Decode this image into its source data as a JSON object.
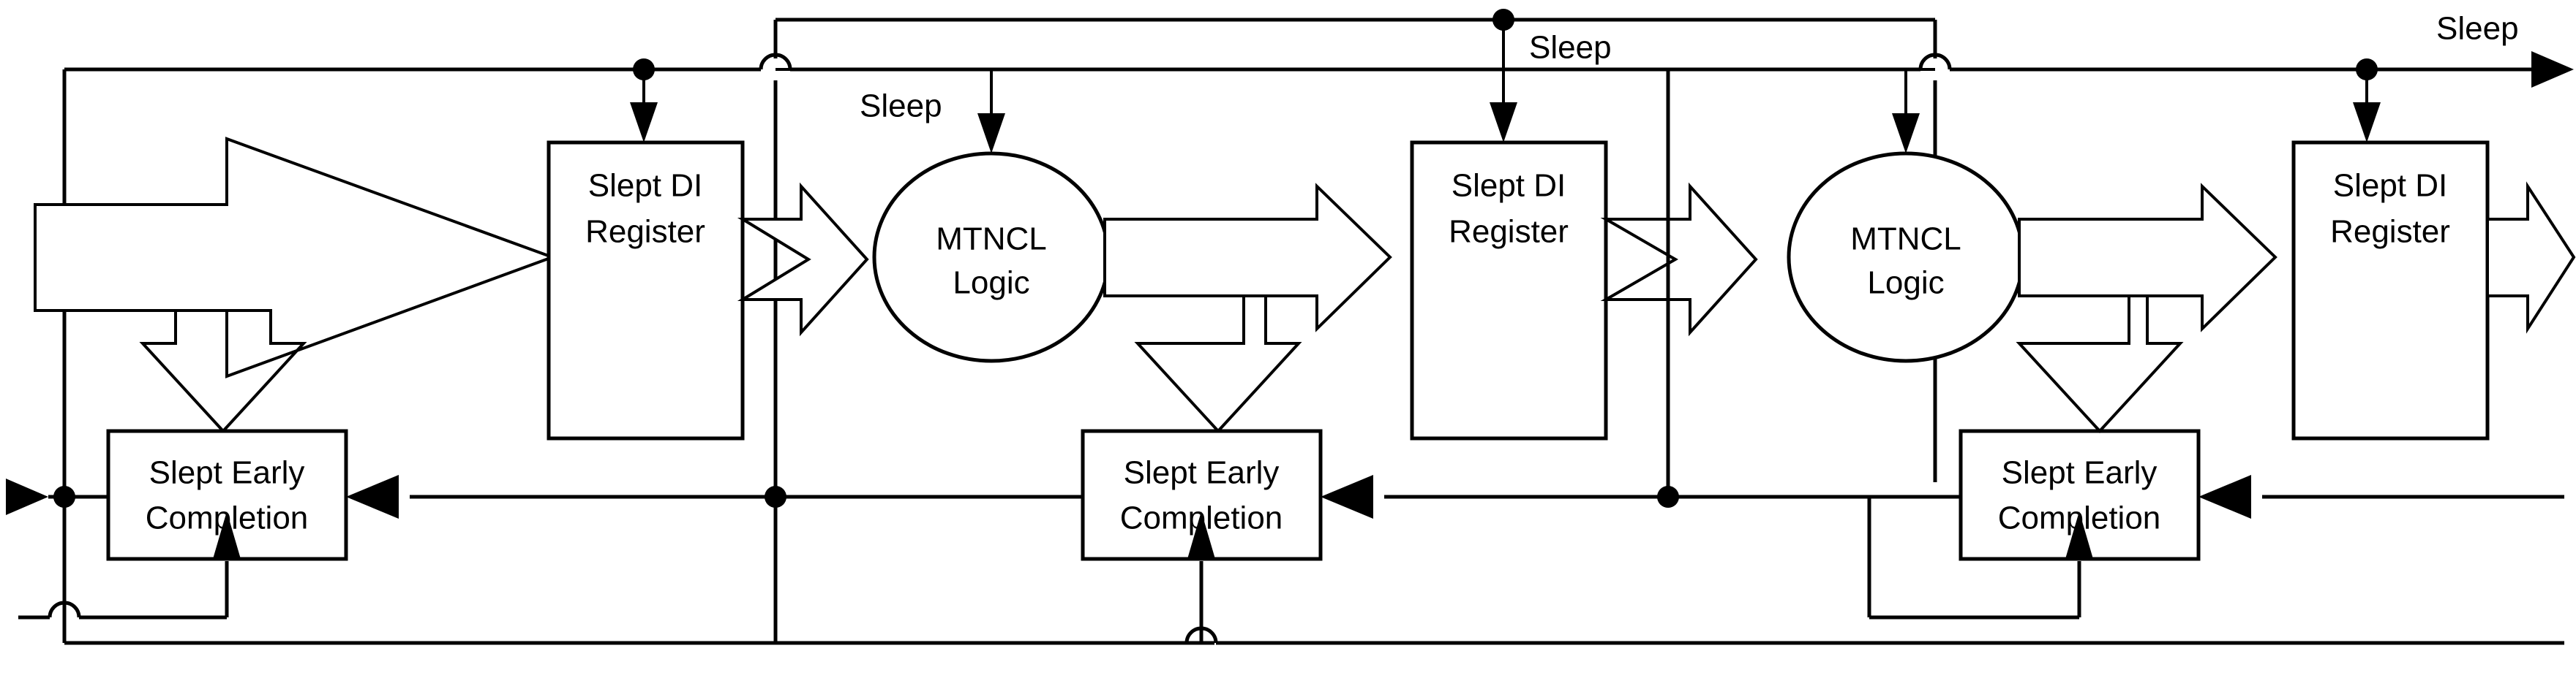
{
  "diagram": {
    "title": "MTNCL Sleep-based Asynchronous Pipeline",
    "stroke_color": "#000000",
    "fill_color": "#ffffff",
    "background": "#ffffff",
    "stages": [
      {
        "register": {
          "line1": "Slept DI",
          "line2": "Register"
        },
        "logic": null,
        "completion": {
          "line1": "Slept Early",
          "line2": "Completion"
        }
      },
      {
        "register": null,
        "logic": {
          "line1": "MTNCL",
          "line2": "Logic"
        },
        "completion": {
          "line1": "Slept Early",
          "line2": "Completion"
        }
      },
      {
        "register": {
          "line1": "Slept DI",
          "line2": "Register"
        },
        "logic": null,
        "completion": null
      },
      {
        "register": null,
        "logic": {
          "line1": "MTNCL",
          "line2": "Logic"
        },
        "completion": {
          "line1": "Slept Early",
          "line2": "Completion"
        }
      },
      {
        "register": {
          "line1": "Slept DI",
          "line2": "Register"
        },
        "logic": null,
        "completion": null
      }
    ],
    "blocks": {
      "register_1": {
        "line1": "Slept DI",
        "line2": "Register"
      },
      "register_2": {
        "line1": "Slept DI",
        "line2": "Register"
      },
      "register_3": {
        "line1": "Slept DI",
        "line2": "Register"
      },
      "logic_1": {
        "line1": "MTNCL",
        "line2": "Logic"
      },
      "logic_2": {
        "line1": "MTNCL",
        "line2": "Logic"
      },
      "completion_1": {
        "line1": "Slept Early",
        "line2": "Completion"
      },
      "completion_2": {
        "line1": "Slept Early",
        "line2": "Completion"
      },
      "completion_3": {
        "line1": "Slept Early",
        "line2": "Completion"
      }
    },
    "sleep_labels": {
      "sleep_1": "Sleep",
      "sleep_2": "Sleep",
      "sleep_3": "Sleep"
    }
  }
}
